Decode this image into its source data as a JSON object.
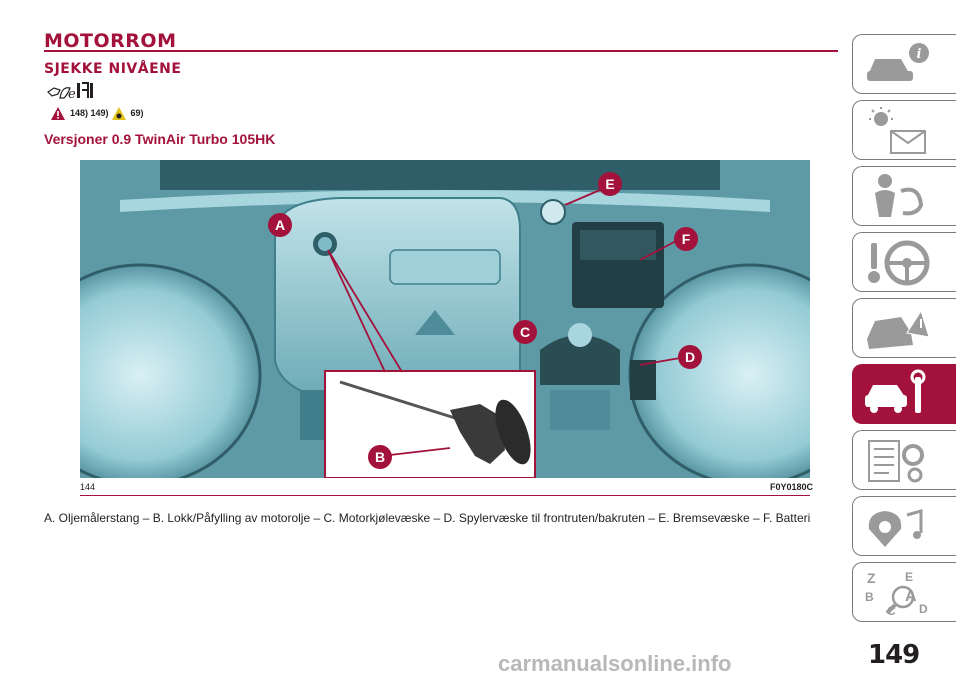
{
  "header": {
    "title": "MOTORROM",
    "subtitle": "SJEKKE NIVÅENE"
  },
  "warnings": {
    "refs_danger": "148) 149)",
    "refs_caution": "69)"
  },
  "section": {
    "version_title": "Versjoner 0.9 TwinAir Turbo 105HK"
  },
  "figure": {
    "labels": [
      "A",
      "B",
      "C",
      "D",
      "E",
      "F"
    ],
    "number": "144",
    "code": "F0Y0180C",
    "label_color": "#a3123b"
  },
  "legend": {
    "text": "A. Oljemålerstang – B. Lokk/Påfylling av motorolje – C. Motorkjølevæske – D. Spylervæske til frontruten/bakruten – E. Bremsevæske – F. Batteri"
  },
  "tabs": [
    {
      "icon": "car-info-icon",
      "active": false
    },
    {
      "icon": "warning-lights-icon",
      "active": false
    },
    {
      "icon": "safety-airbag-icon",
      "active": false
    },
    {
      "icon": "steering-wheel-icon",
      "active": false
    },
    {
      "icon": "emergency-car-icon",
      "active": false
    },
    {
      "icon": "car-maintenance-icon",
      "active": true
    },
    {
      "icon": "technical-data-icon",
      "active": false
    },
    {
      "icon": "multimedia-icon",
      "active": false
    },
    {
      "icon": "alphabetical-index-icon",
      "active": false
    }
  ],
  "page": {
    "number": "149"
  },
  "watermark": {
    "text": "carmanualsonline.info"
  },
  "colors": {
    "accent": "#a3123b",
    "photo_tint": "#8fc8d2"
  }
}
